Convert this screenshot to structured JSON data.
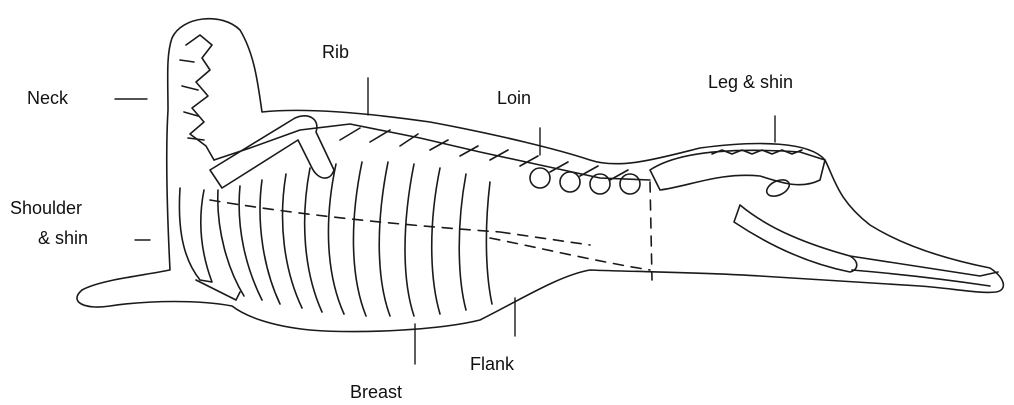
{
  "labels": {
    "neck": "Neck",
    "rib": "Rib",
    "loin": "Loin",
    "leg_shin": "Leg & shin",
    "shoulder": "Shoulder",
    "shoulder_shin": "& shin",
    "flank": "Flank",
    "breast": "Breast"
  },
  "colors": {
    "line": "#1a1a1a",
    "background": "#ffffff"
  }
}
